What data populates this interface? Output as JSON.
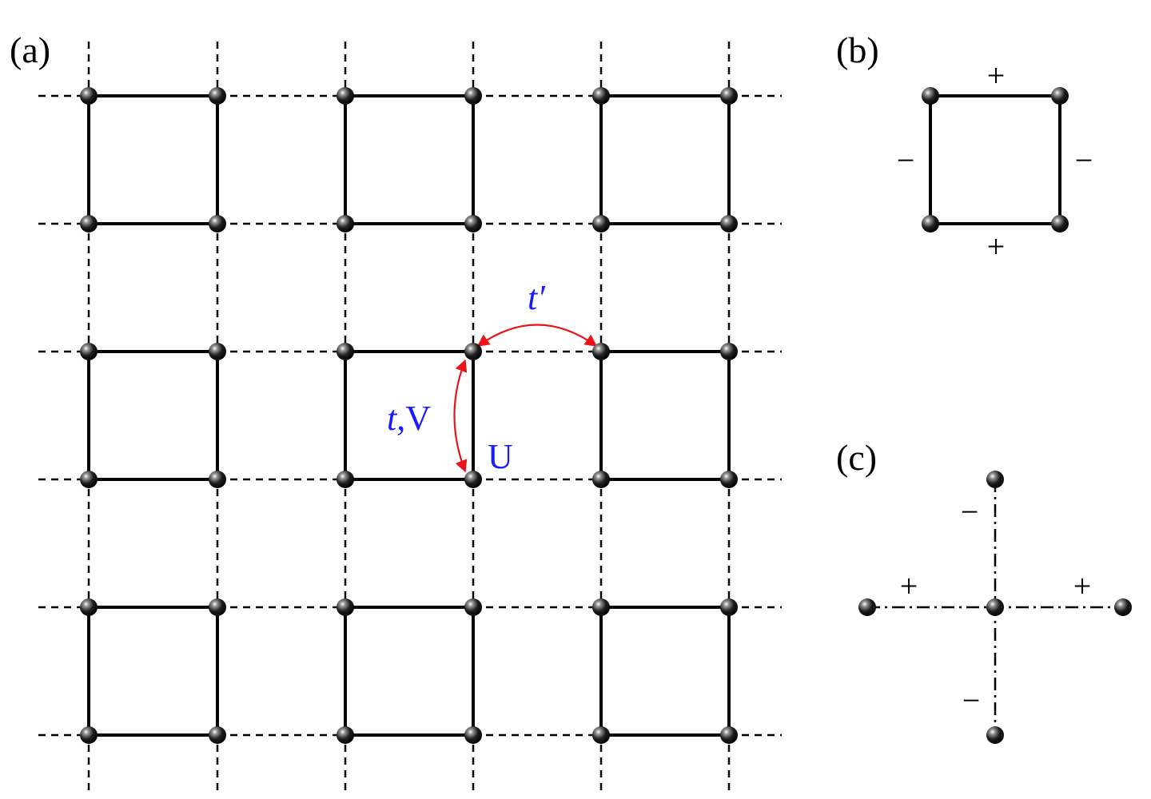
{
  "panels": {
    "a": {
      "label": "(a)",
      "annotations": {
        "t_prime": "t′",
        "t_part": "t",
        "v_part": ",V",
        "u": "U"
      }
    },
    "b": {
      "label": "(b)",
      "signs": {
        "top": "+",
        "bottom": "+",
        "left": "−",
        "right": "−"
      }
    },
    "c": {
      "label": "(c)",
      "signs": {
        "up": "−",
        "down": "−",
        "left": "+",
        "right": "+"
      }
    }
  },
  "colors": {
    "bond": "#000000",
    "arrow": "#e8141a",
    "annotation": "#1a1aff"
  }
}
